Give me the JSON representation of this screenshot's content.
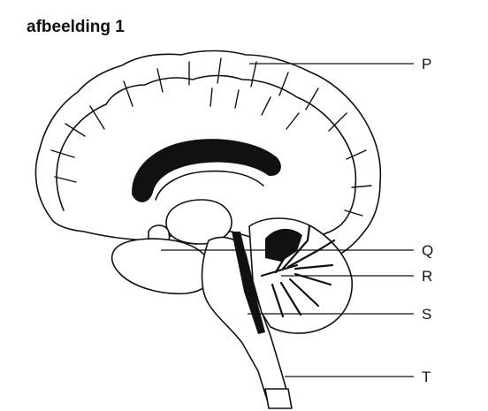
{
  "title": "afbeelding 1",
  "labels": {
    "P": "P",
    "Q": "Q",
    "R": "R",
    "S": "S",
    "T": "T"
  }
}
